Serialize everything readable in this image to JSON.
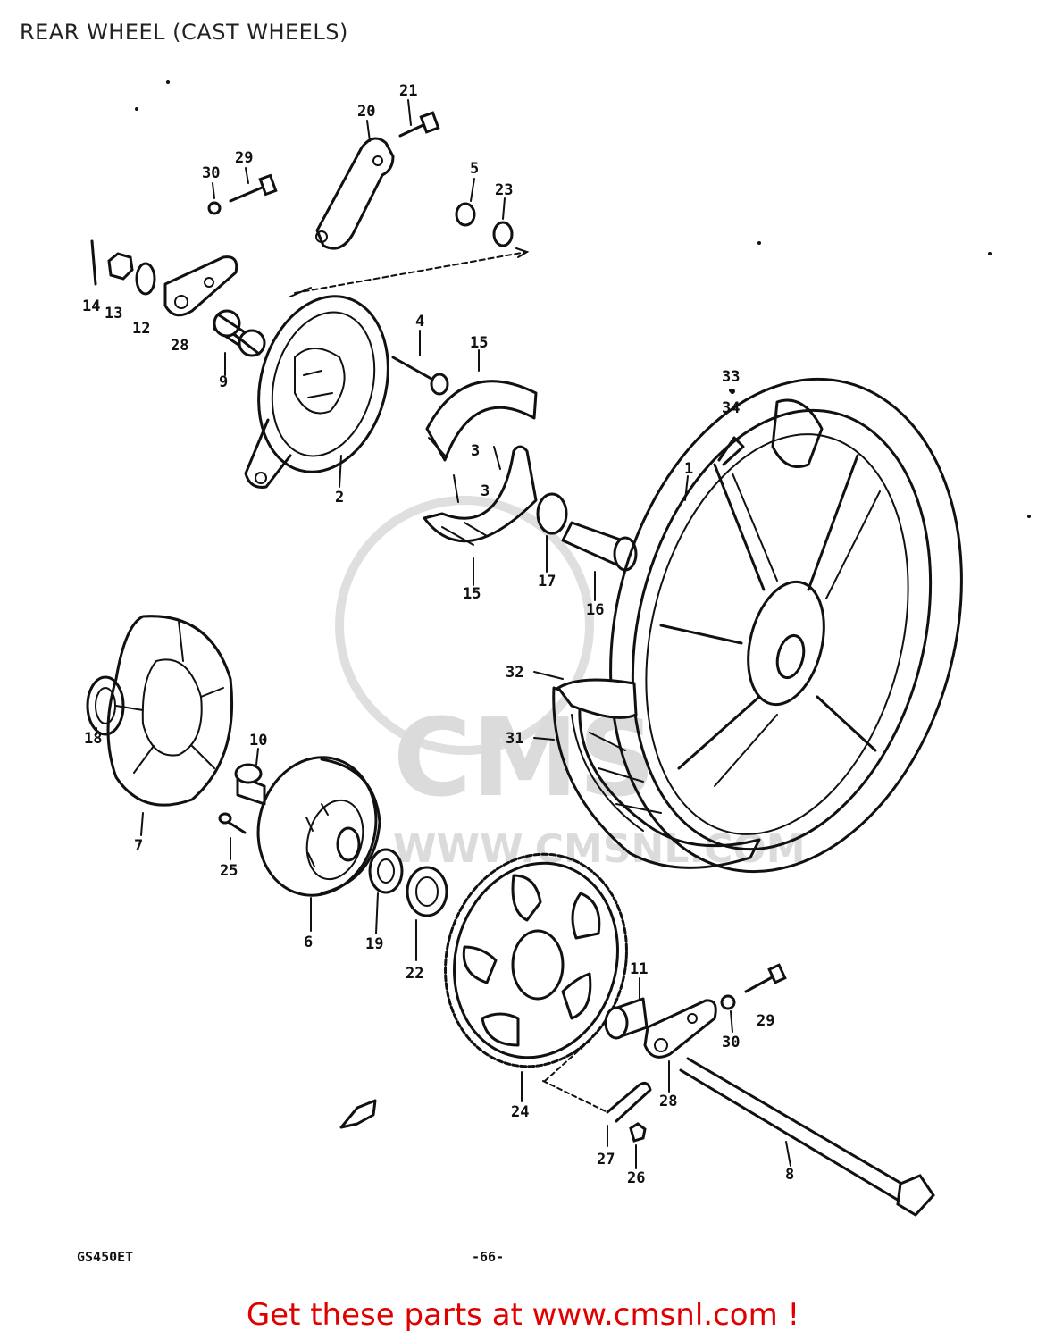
{
  "title": "REAR WHEEL (CAST WHEELS)",
  "part_labels": [
    "21",
    "20",
    "29",
    "30",
    "5",
    "23",
    "14",
    "13",
    "12",
    "28",
    "4",
    "15",
    "9",
    "2",
    "33",
    "34",
    "1",
    "3",
    "3",
    "15",
    "17",
    "16",
    "32",
    "18",
    "10",
    "31",
    "7",
    "25",
    "6",
    "19",
    "22",
    "11",
    "29",
    "30",
    "28",
    "24",
    "27",
    "26",
    "8"
  ],
  "model_code": "GS450ET",
  "page_number": "-66-",
  "watermark": "WWW.CMSNL.COM",
  "watermark_logo": "CMS",
  "cta_text": "Get these parts at www.cmsnl.com !",
  "colors": {
    "cta": "#e00000",
    "ink": "#111111",
    "watermark": "#d8d8d8"
  }
}
